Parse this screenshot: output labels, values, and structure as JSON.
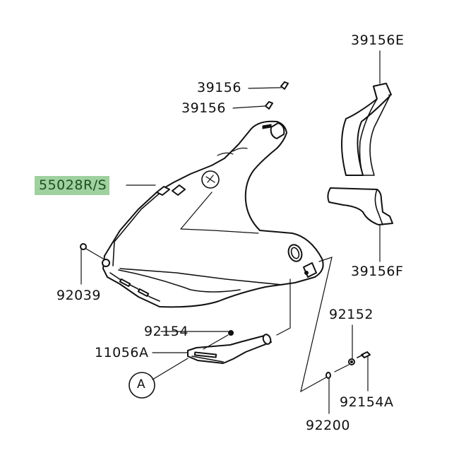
{
  "diagram": {
    "title": "Lower fairing / under cowl parts diagram",
    "highlight_color": "#9fd09f",
    "highlight_text_color": "#1e4d1e",
    "callouts": [
      {
        "id": "part-55028rs",
        "label": "55028R/S",
        "highlighted": true,
        "description": "main side cowl panel"
      },
      {
        "id": "part-39156-a",
        "label": "39156",
        "highlighted": false,
        "description": "small pad (upper)"
      },
      {
        "id": "part-39156-b",
        "label": "39156",
        "highlighted": false,
        "description": "small pad (lower)"
      },
      {
        "id": "part-39156e",
        "label": "39156E",
        "highlighted": false,
        "description": "curved foam pad"
      },
      {
        "id": "part-39156f",
        "label": "39156F",
        "highlighted": false,
        "description": "L-shaped foam pad"
      },
      {
        "id": "part-92039",
        "label": "92039",
        "highlighted": false,
        "description": "rivet"
      },
      {
        "id": "part-92154",
        "label": "92154",
        "highlighted": false,
        "description": "bolt"
      },
      {
        "id": "part-11056a",
        "label": "11056A",
        "highlighted": false,
        "description": "bracket"
      },
      {
        "id": "part-92152",
        "label": "92152",
        "highlighted": false,
        "description": "collar"
      },
      {
        "id": "part-92154a",
        "label": "92154A",
        "highlighted": false,
        "description": "bolt"
      },
      {
        "id": "part-92200",
        "label": "92200",
        "highlighted": false,
        "description": "washer"
      }
    ],
    "reference_marker": {
      "label": "A"
    }
  }
}
